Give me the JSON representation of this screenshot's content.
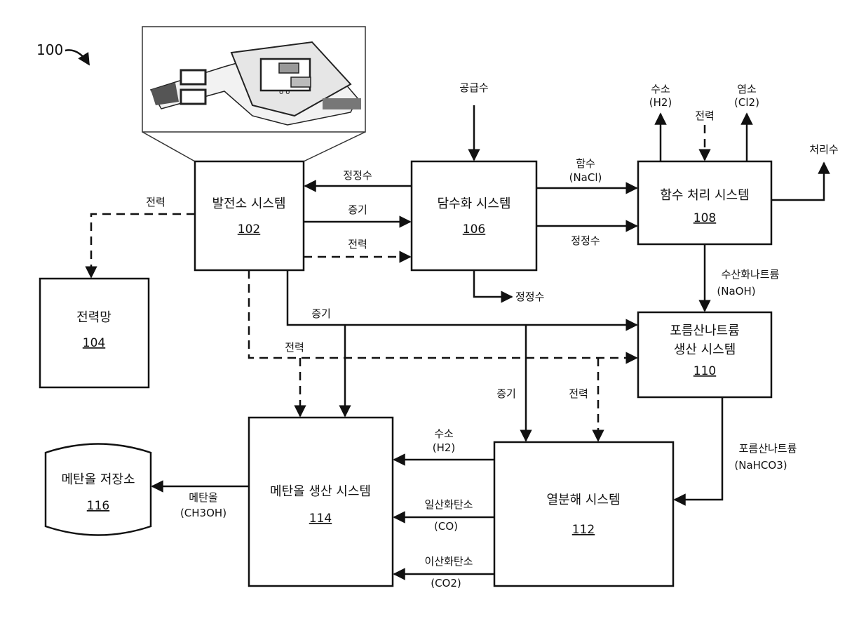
{
  "figure_ref": "100",
  "nodes": {
    "power_plant": {
      "label": "발전소 시스템",
      "number": "102"
    },
    "grid": {
      "label": "전력망",
      "number": "104"
    },
    "desalination": {
      "label": "담수화 시스템",
      "number": "106"
    },
    "brine": {
      "label": "함수 처리 시스템",
      "number": "108"
    },
    "bicarbonate": {
      "label_1": "포름산나트륨",
      "label_2": "생산 시스템",
      "number": "110"
    },
    "pyrolysis": {
      "label": "열분해 시스템",
      "number": "112"
    },
    "methanol_prod": {
      "label": "메탄올 생산 시스템",
      "number": "114"
    },
    "storage": {
      "label": "메탄올 저장소",
      "number": "116"
    }
  },
  "edges": {
    "supply_water": "공급수",
    "clean_water_back": "정정수",
    "steam_top": "증기",
    "power_top": "전력",
    "power_grid": "전력",
    "clean_water_out": "정정수",
    "brine_water": "함수",
    "brine_water_formula": "(NaCl)",
    "clean_water_right": "정정수",
    "hydrogen": "수소",
    "hydrogen_formula": "(H2)",
    "power_brine": "전력",
    "chlorine": "염소",
    "chlorine_formula": "(Cl2)",
    "treated_water": "처리수",
    "naoh": "수산화나트륨",
    "naoh_formula": "(NaOH)",
    "steam_mid": "증기",
    "power_mid": "전력",
    "steam_low": "증기",
    "power_low": "전력",
    "nahco3": "포름산나트륨",
    "nahco3_formula": "(NaHCO3)",
    "h2_to_methanol": "수소",
    "h2_to_methanol_formula": "(H2)",
    "co": "일산화탄소",
    "co_formula": "(CO)",
    "co2": "이산화탄소",
    "co2_formula": "(CO2)",
    "methanol": "메탄올",
    "methanol_formula": "(CH3OH)"
  },
  "inset": {
    "text": "o o"
  }
}
